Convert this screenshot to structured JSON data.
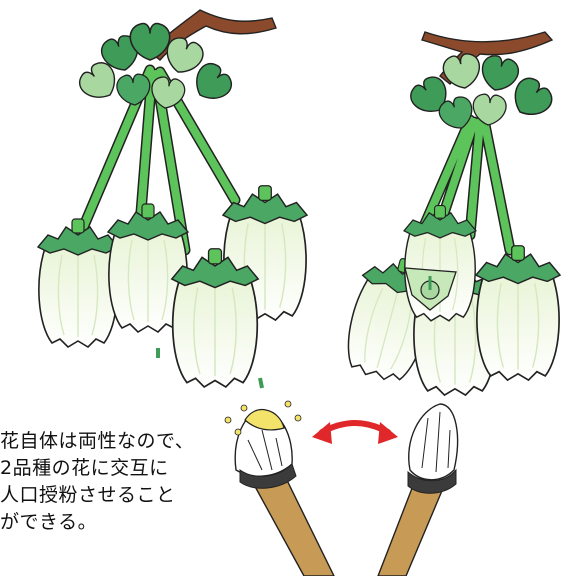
{
  "caption": {
    "lines": [
      "花自体は両性なので、",
      "2品種の花に交互に",
      "人口授粉させること",
      "ができる。"
    ]
  },
  "colors": {
    "branch": "#8b4a2b",
    "leaf_dark": "#3e9b58",
    "leaf_light": "#a8d8a0",
    "stem": "#5cc45a",
    "petal": "#f7faf2",
    "calyx": "#4aa864",
    "pollen": "#f3e36a",
    "arrow": "#e0282a",
    "brush_handle": "#c79a55"
  },
  "icons": [
    "blueberry-flower-cluster-left",
    "blueberry-flower-cluster-right",
    "exchange-arrow-icon",
    "paint-brush-icon"
  ]
}
